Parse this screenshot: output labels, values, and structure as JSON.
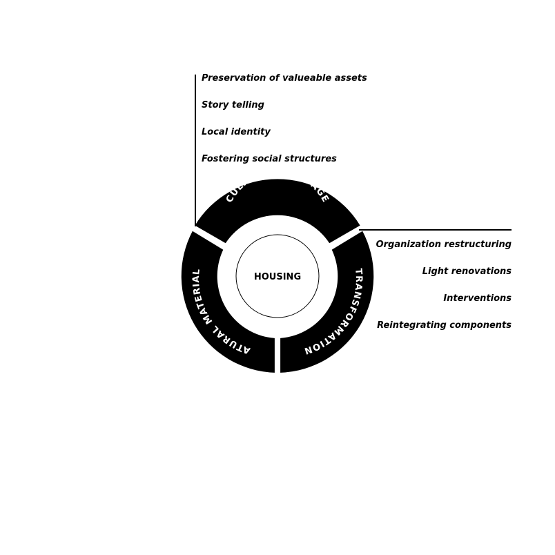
{
  "center": {
    "label": "HOUSING"
  },
  "segments": [
    {
      "id": "cultural-heritage",
      "label": "CULTURAL HERITAGE"
    },
    {
      "id": "transformation",
      "label": "TRANSFORMATION"
    },
    {
      "id": "natural-materials",
      "label": "NATURAL MATERIALS"
    }
  ],
  "cultural_heritage_items": [
    "Preservation of valueable assets",
    "Story telling",
    "Local identity",
    "Fostering social structures"
  ],
  "transformation_items": [
    "Organization restructuring",
    "Light renovations",
    "Interventions",
    "Reintegrating components"
  ],
  "colors": {
    "ink": "#000000",
    "paper": "#ffffff"
  }
}
